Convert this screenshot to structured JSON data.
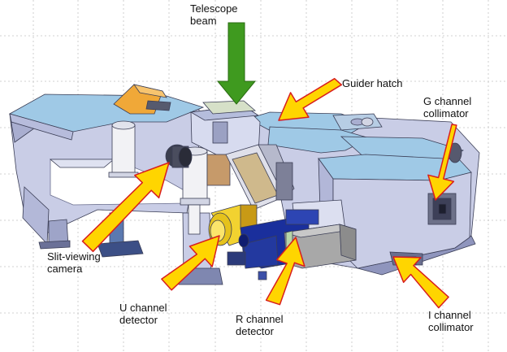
{
  "labels": {
    "telescope": [
      "Telescope",
      "beam"
    ],
    "guider": [
      "Guider hatch"
    ],
    "g_channel": [
      "G channel",
      "collimator"
    ],
    "slit": [
      "Slit-viewing",
      "camera"
    ],
    "u_channel": [
      "U channel",
      "detector"
    ],
    "r_channel": [
      "R channel",
      "detector"
    ],
    "i_channel": [
      "I channel",
      "collimator"
    ]
  },
  "colors": {
    "beam_arrow": "#3f9a1f",
    "callout_arrow_fill": "#ffd500",
    "callout_arrow_stroke": "#d81e1e",
    "panel_top": "#9fc9e6",
    "body": "#c9cde6",
    "body_dark": "#8f95bd",
    "detector_blue": "#1a2f9c",
    "detector_yellow": "#f2d230",
    "gray_box": "#a8a8a8",
    "grid": "#bdbdbd"
  }
}
